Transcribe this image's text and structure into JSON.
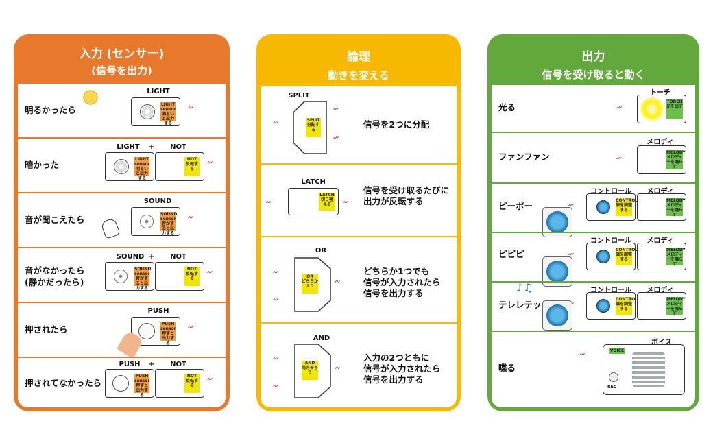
{
  "input": {
    "title": "入力 (センサー)",
    "subtitle": "(信号を出力)",
    "color": "#e8782b",
    "rows": [
      {
        "label": "明るかったら",
        "modules": [
          "LIGHT"
        ]
      },
      {
        "label": "暗かった",
        "modules": [
          "LIGHT",
          "+",
          "NOT"
        ]
      },
      {
        "label": "音が聞こえたら",
        "modules": [
          "SOUND"
        ]
      },
      {
        "label": "音がなかったら\n(静かだったら)",
        "modules": [
          "SOUND",
          "+",
          "NOT"
        ]
      },
      {
        "label": "押されたら",
        "modules": [
          "PUSH"
        ]
      },
      {
        "label": "押されてなかったら",
        "modules": [
          "PUSH",
          "+",
          "NOT"
        ]
      }
    ],
    "chips": {
      "light": "LIGHT sensor\n明るいと出力する",
      "light_dark": "LIGHT sensor\n明るいと出力する",
      "not": "NOT\n反転する",
      "sound": "SOUND sensor\n音がすると出力する",
      "push": "PUSH sensor\n押すと出力する"
    }
  },
  "logic": {
    "title": "論理",
    "subtitle": "動きを変える",
    "color": "#f6b800",
    "rows": [
      {
        "tag": "SPLIT",
        "chip": "SPLIT\n分配する",
        "desc": "信号を2つに分配"
      },
      {
        "tag": "LATCH",
        "chip": "LATCH\n切り替える",
        "desc": "信号を受け取るたびに\n出力が反転する"
      },
      {
        "tag": "OR",
        "chip": "OR\nどちらか1つ",
        "desc": "どちらか1つでも\n信号が入力されたら\n信号を出力する"
      },
      {
        "tag": "AND",
        "chip": "AND\n両方そろう",
        "desc": "入力の2つともに\n信号が入力されたら\n信号を出力する"
      }
    ]
  },
  "output": {
    "title": "出力",
    "subtitle": "信号を受け取ると動く",
    "color": "#63a83c",
    "rows": [
      {
        "label": "光る",
        "tags": [
          "トーチ"
        ]
      },
      {
        "label": "ファンファン",
        "tags": [
          "メロディ"
        ]
      },
      {
        "label": "ピーポー",
        "tags": [
          "コントロール",
          "メロディ"
        ]
      },
      {
        "label": "ピピピ",
        "tags": [
          "コントロール",
          "メロディ"
        ]
      },
      {
        "label": "テレレテッテ",
        "tags": [
          "コントロール",
          "メロディ"
        ]
      },
      {
        "label": "喋る",
        "tags": [
          "ボイス"
        ]
      }
    ],
    "chips": {
      "torch": "TORCH\n光を出す",
      "melody": "MELODY\nメロディーを鳴らす",
      "control": "CONTROL\n値を調整する",
      "voice": "VOICE",
      "rec": "REC"
    }
  },
  "wave_glyph": "ᐟᐟᐟ"
}
